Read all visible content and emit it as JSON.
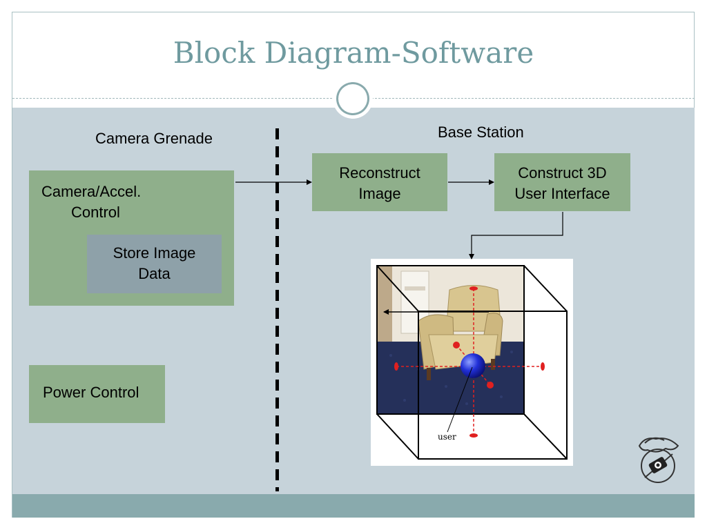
{
  "slide": {
    "title": "Block Diagram-Software"
  },
  "diagram": {
    "camera_grenade_label": "Camera Grenade",
    "base_station_label": "Base Station",
    "camera_accel_control": [
      "Camera/Accel.",
      "Control"
    ],
    "store_image_data": [
      "Store Image",
      "Data"
    ],
    "power_control": "Power Control",
    "reconstruct_image": [
      "Reconstruct",
      "Image"
    ],
    "construct_3d_ui": [
      "Construct 3D",
      "User Interface"
    ],
    "user_marker_label": "user"
  },
  "colors": {
    "title": "#6f9a9f",
    "content_background": "#c6d3da",
    "green_box": "#8faf8b",
    "store_box": "#8ea1a9",
    "footer_band": "#89aaad"
  },
  "icons": [
    "camera-logo-icon"
  ]
}
